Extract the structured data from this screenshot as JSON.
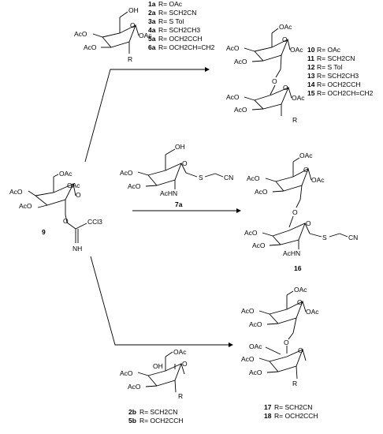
{
  "donor": {
    "number": "9",
    "labels": [
      "OAc",
      "OAc",
      "AcO",
      "AcO",
      "O",
      "O",
      "CCl3",
      "NH"
    ]
  },
  "top_left": {
    "labels": [
      "OH",
      "O",
      "OAc",
      "AcO",
      "AcO",
      "R"
    ],
    "compounds": [
      {
        "number": "1a",
        "r": "R= OAc"
      },
      {
        "number": "2a",
        "r": "R= SCH2CN"
      },
      {
        "number": "3a",
        "r": "R= S Tol"
      },
      {
        "number": "4a",
        "r": "R= SCH2CH3"
      },
      {
        "number": "5a",
        "r": "R= OCH2CCH"
      },
      {
        "number": "6a",
        "r": "R= OCH2CH=CH2"
      }
    ]
  },
  "top_right": {
    "labels": [
      "OAc",
      "O",
      "OAc",
      "AcO",
      "AcO",
      "O",
      "O",
      "OAc",
      "AcO",
      "AcO",
      "R"
    ],
    "compounds": [
      {
        "number": "10",
        "r": "R= OAc"
      },
      {
        "number": "11",
        "r": "R= SCH2CN"
      },
      {
        "number": "12",
        "r": "R= S Tol"
      },
      {
        "number": "13",
        "r": "R= SCH2CH3"
      },
      {
        "number": "14",
        "r": "R= OCH2CCH"
      },
      {
        "number": "15",
        "r": "R= OCH2CH=CH2"
      }
    ]
  },
  "middle_acceptor": {
    "number": "7a",
    "labels": [
      "OH",
      "O",
      "S",
      "CN",
      "AcO",
      "AcO",
      "AcHN"
    ]
  },
  "middle_product": {
    "number": "16",
    "labels": [
      "OAc",
      "O",
      "OAc",
      "AcO",
      "AcO",
      "O",
      "O",
      "S",
      "CN",
      "AcO",
      "AcO",
      "AcHN"
    ]
  },
  "bottom_acceptor": {
    "labels": [
      "OAc",
      "OH",
      "O",
      "AcO",
      "AcO",
      "R"
    ],
    "compounds": [
      {
        "number": "2b",
        "r": "R= SCH2CN"
      },
      {
        "number": "5b",
        "r": "R= OCH2CCH"
      }
    ]
  },
  "bottom_product": {
    "labels": [
      "OAc",
      "O",
      "OAc",
      "AcO",
      "AcO",
      "OAc",
      "O",
      "O",
      "AcO",
      "AcO",
      "R"
    ],
    "compounds": [
      {
        "number": "17",
        "r": "R= SCH2CN"
      },
      {
        "number": "18",
        "r": "R= OCH2CCH"
      }
    ]
  }
}
